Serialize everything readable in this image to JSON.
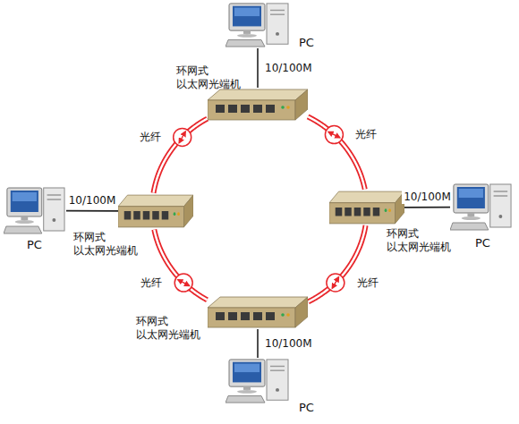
{
  "diagram": {
    "nodes": [
      {
        "text": [
          "PC"
        ]
      },
      {
        "text": [
          "环网式 以太网光端机"
        ]
      },
      {
        "text": [
          "PC"
        ]
      },
      {
        "text": [
          "环网式 以太网光端机"
        ]
      },
      {
        "text": [
          "环网式 以太网光端机"
        ]
      },
      {
        "text": [
          "PC"
        ]
      },
      {
        "text": [
          "环网式 以太网光端机"
        ]
      },
      {
        "text": [
          "PC"
        ]
      }
    ],
    "edges": [
      {
        "from": 0,
        "to": 1,
        "label": "10/100M",
        "arrow": "none"
      },
      {
        "from": 2,
        "to": 3,
        "label": "10/100M",
        "arrow": "none"
      },
      {
        "from": 4,
        "to": 5,
        "label": "10/100M",
        "arrow": "none"
      },
      {
        "from": 6,
        "to": 7,
        "label": "10/100M",
        "arrow": "none"
      },
      {
        "from": 3,
        "to": 1,
        "label": "光纤",
        "arrow": "none"
      },
      {
        "from": 1,
        "to": 4,
        "label": "光纤",
        "arrow": "none"
      },
      {
        "from": 3,
        "to": 6,
        "label": "光纤",
        "arrow": "none"
      },
      {
        "from": 6,
        "to": 4,
        "label": "光纤",
        "arrow": "none"
      }
    ]
  }
}
